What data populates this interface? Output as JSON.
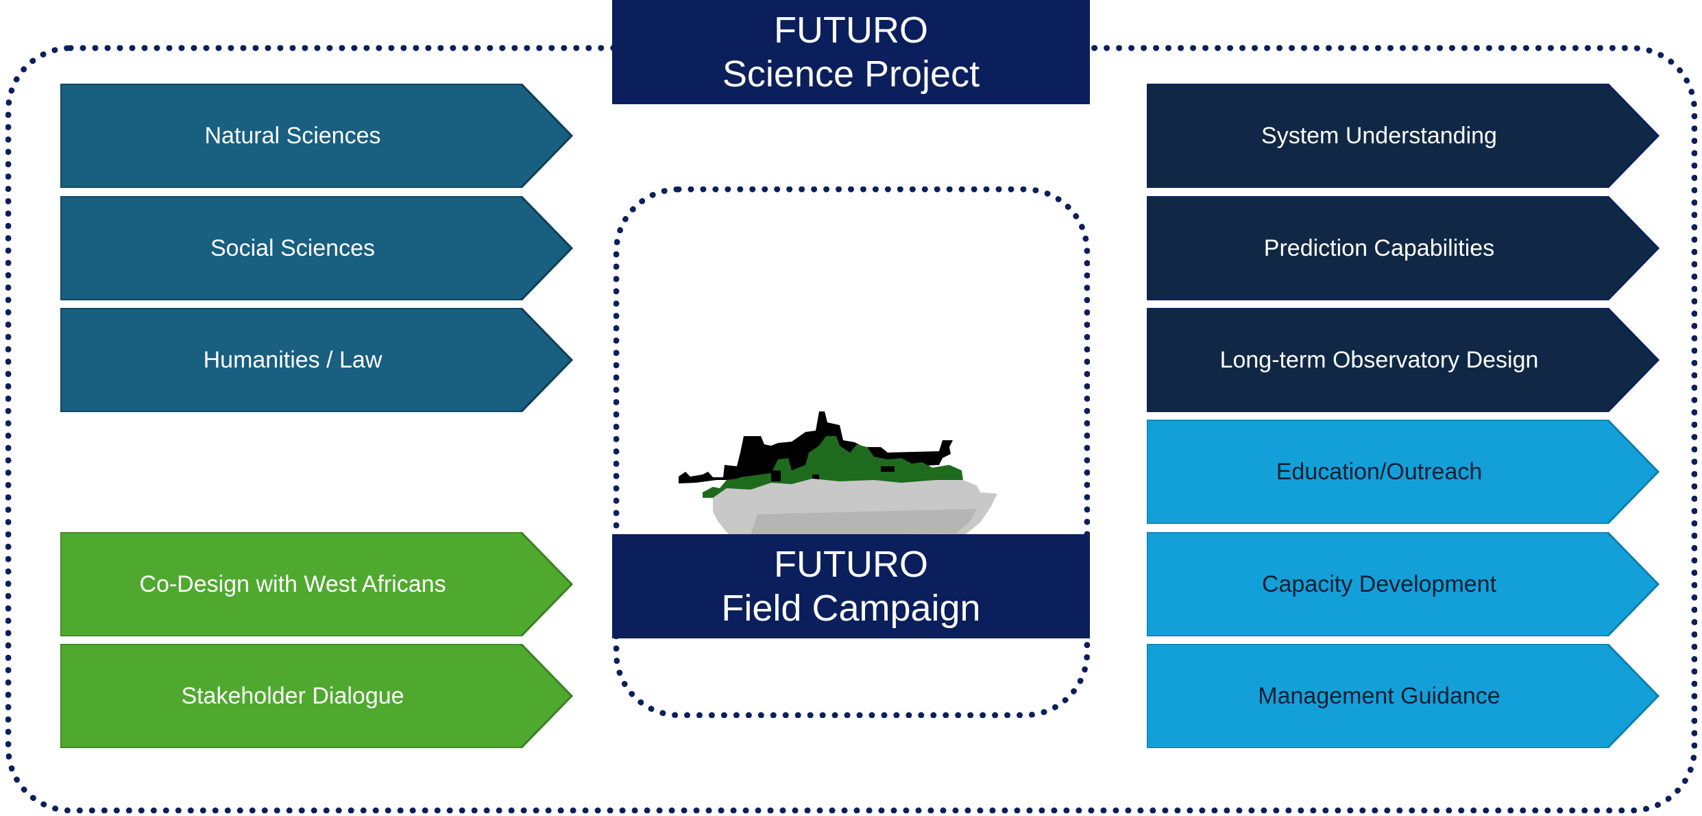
{
  "colors": {
    "navy": "#0b1f5c",
    "teal_blue": "#185f80",
    "dark_navy": "#102845",
    "green": "#4fa92f",
    "light_blue": "#13a0d8",
    "ship_grey": "#c8c8c8",
    "ship_black": "#000000",
    "ship_green": "#1e6b1e"
  },
  "science_project": {
    "line1": "FUTURO",
    "line2": "Science Project"
  },
  "field_campaign": {
    "line1": "FUTURO",
    "line2": "Field Campaign"
  },
  "left": {
    "disciplines": [
      "Natural Sciences",
      "Social Sciences",
      "Humanities / Law"
    ],
    "engagement": [
      "Co-Design with West Africans",
      "Stakeholder Dialogue"
    ]
  },
  "right": {
    "outcomes": [
      "System Understanding",
      "Prediction Capabilities",
      "Long-term Observatory Design"
    ],
    "impact": [
      "Education/Outreach",
      "Capacity Development",
      "Management Guidance"
    ]
  },
  "icons": {
    "ship": "research-vessel-icon"
  }
}
